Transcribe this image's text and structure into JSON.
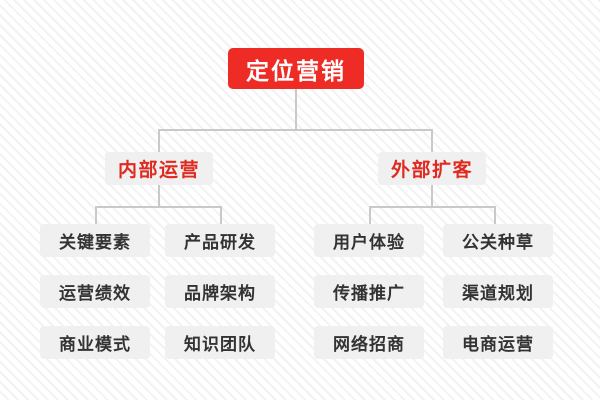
{
  "diagram": {
    "type": "org-chart",
    "background": "#ffffff",
    "stripe_color": "#f2f2f2",
    "connector_color": "#c9c9c9",
    "root": {
      "label": "定位营销",
      "bg": "#ee2b24",
      "fg": "#ffffff"
    },
    "branches": [
      {
        "label": "内部运营",
        "bg": "#f0f0f0",
        "fg": "#e02a20",
        "leaves": [
          {
            "label": "关键要素"
          },
          {
            "label": "产品研发"
          },
          {
            "label": "运营绩效"
          },
          {
            "label": "品牌架构"
          },
          {
            "label": "商业模式"
          },
          {
            "label": "知识团队"
          }
        ]
      },
      {
        "label": "外部扩客",
        "bg": "#f0f0f0",
        "fg": "#e02a20",
        "leaves": [
          {
            "label": "用户体验"
          },
          {
            "label": "公关种草"
          },
          {
            "label": "传播推广"
          },
          {
            "label": "渠道规划"
          },
          {
            "label": "网络招商"
          },
          {
            "label": "电商运营"
          }
        ]
      }
    ]
  }
}
